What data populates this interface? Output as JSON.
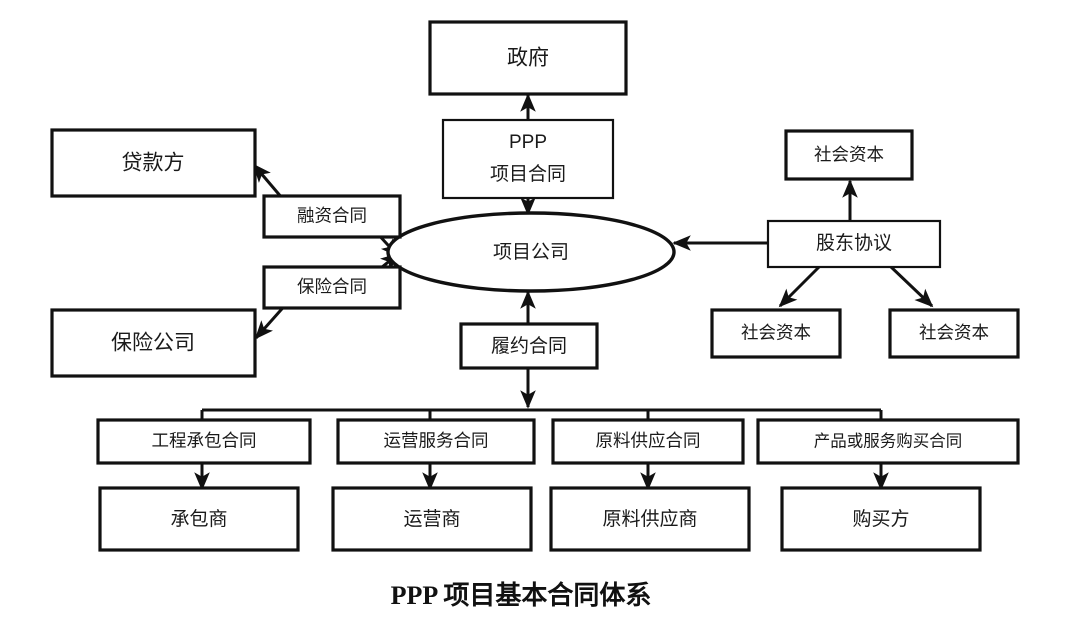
{
  "figure": {
    "caption": "PPP 项目基本合同体系",
    "type": "flowchart-diagram"
  },
  "colors": {
    "stroke": "#111111",
    "fill": "#ffffff",
    "text": "#1a1a1a",
    "background": "#ffffff"
  },
  "nodes": {
    "government": {
      "label": "政府",
      "shape": "rect"
    },
    "ppp_contract": {
      "label_line1": "PPP",
      "label_line2": "项目合同",
      "shape": "rect"
    },
    "project_company": {
      "label": "项目公司",
      "shape": "ellipse"
    },
    "lender": {
      "label": "贷款方",
      "shape": "rect"
    },
    "financing_contract": {
      "label": "融资合同",
      "shape": "rect"
    },
    "insurance_contract": {
      "label": "保险合同",
      "shape": "rect"
    },
    "insurance_company": {
      "label": "保险公司",
      "shape": "rect"
    },
    "shareholder_agreement": {
      "label": "股东协议",
      "shape": "rect"
    },
    "social_capital_top": {
      "label": "社会资本",
      "shape": "rect"
    },
    "social_capital_left": {
      "label": "社会资本",
      "shape": "rect"
    },
    "social_capital_right": {
      "label": "社会资本",
      "shape": "rect"
    },
    "performance_contract": {
      "label": "履约合同",
      "shape": "rect"
    },
    "engineering_contract": {
      "label": "工程承包合同",
      "shape": "rect"
    },
    "contractor": {
      "label": "承包商",
      "shape": "rect"
    },
    "operation_contract": {
      "label": "运营服务合同",
      "shape": "rect"
    },
    "operator": {
      "label": "运营商",
      "shape": "rect"
    },
    "material_supply_contract": {
      "label": "原料供应合同",
      "shape": "rect"
    },
    "material_supplier": {
      "label": "原料供应商",
      "shape": "rect"
    },
    "purchase_contract": {
      "label": "产品或服务购买合同",
      "shape": "rect"
    },
    "purchaser": {
      "label": "购买方",
      "shape": "rect"
    }
  },
  "edges": [
    {
      "from": "ppp_contract",
      "to": "government",
      "style": "arrow-up"
    },
    {
      "from": "ppp_contract",
      "to": "project_company",
      "style": "arrow-down"
    },
    {
      "from": "financing_contract",
      "to": "lender",
      "style": "arrow-diagonal-up-left"
    },
    {
      "from": "financing_contract",
      "to": "project_company",
      "style": "arrow-diagonal-down-right"
    },
    {
      "from": "insurance_contract",
      "to": "project_company",
      "style": "arrow-diagonal-up-right"
    },
    {
      "from": "insurance_contract",
      "to": "insurance_company",
      "style": "arrow-diagonal-down-left"
    },
    {
      "from": "shareholder_agreement",
      "to": "project_company",
      "style": "arrow-left"
    },
    {
      "from": "shareholder_agreement",
      "to": "social_capital_top",
      "style": "arrow-up"
    },
    {
      "from": "shareholder_agreement",
      "to": "social_capital_left",
      "style": "arrow-diagonal-down-left"
    },
    {
      "from": "shareholder_agreement",
      "to": "social_capital_right",
      "style": "arrow-diagonal-down-right"
    },
    {
      "from": "performance_contract",
      "to": "project_company",
      "style": "arrow-up"
    },
    {
      "from": "performance_contract",
      "to": "contract-bus",
      "style": "arrow-down-bus"
    },
    {
      "from": "engineering_contract",
      "to": "contractor",
      "style": "arrow-down"
    },
    {
      "from": "operation_contract",
      "to": "operator",
      "style": "arrow-down"
    },
    {
      "from": "material_supply_contract",
      "to": "material_supplier",
      "style": "arrow-down"
    },
    {
      "from": "purchase_contract",
      "to": "purchaser",
      "style": "arrow-down"
    }
  ]
}
